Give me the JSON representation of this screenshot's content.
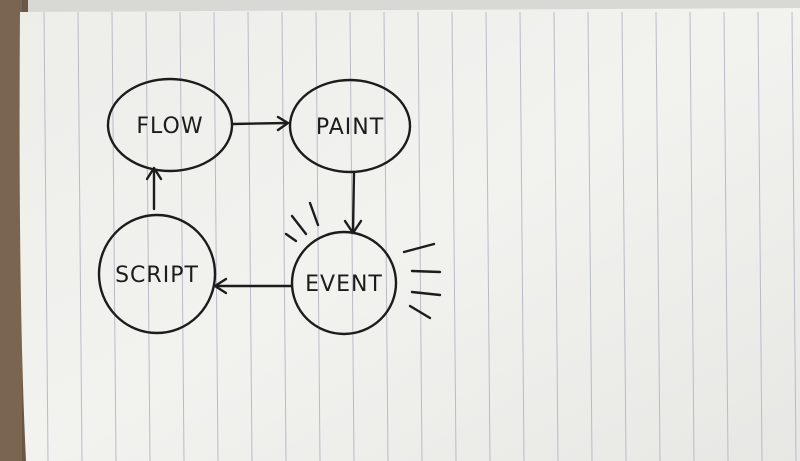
{
  "diagram": {
    "nodes": [
      {
        "id": "flow",
        "label": "FLOW"
      },
      {
        "id": "paint",
        "label": "PAINT"
      },
      {
        "id": "event",
        "label": "EVENT"
      },
      {
        "id": "script",
        "label": "SCRIPT"
      }
    ],
    "edges": [
      {
        "from": "flow",
        "to": "paint"
      },
      {
        "from": "paint",
        "to": "event"
      },
      {
        "from": "event",
        "to": "script"
      },
      {
        "from": "script",
        "to": "flow"
      }
    ]
  },
  "colors": {
    "paper": "#f1f1ee",
    "rule_line": "#b9bcc4",
    "ink": "#1c1c1c",
    "background": "#5a4a38"
  }
}
